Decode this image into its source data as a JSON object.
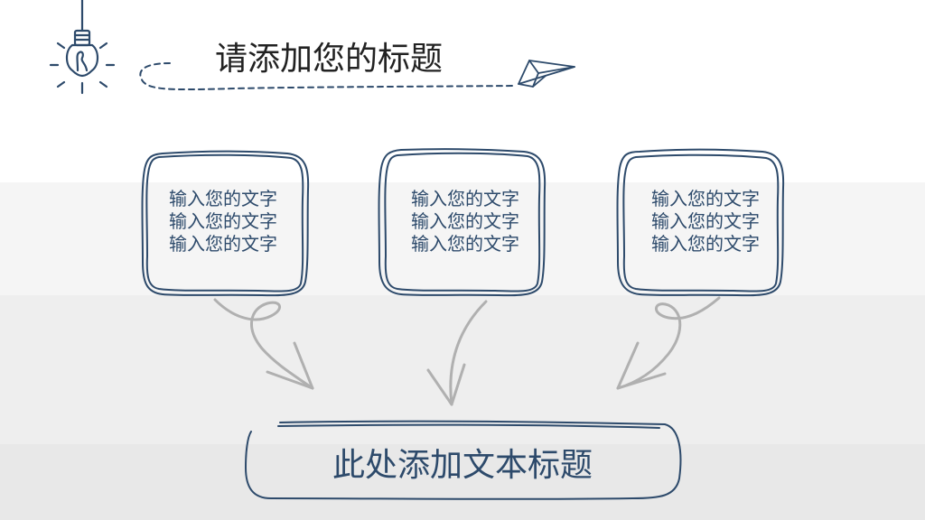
{
  "header": {
    "title": "请添加您的标题"
  },
  "boxes": [
    {
      "lines": [
        "输入您的文字",
        "输入您的文字",
        "输入您的文字"
      ]
    },
    {
      "lines": [
        "输入您的文字",
        "输入您的文字",
        "输入您的文字"
      ]
    },
    {
      "lines": [
        "输入您的文字",
        "输入您的文字",
        "输入您的文字"
      ]
    }
  ],
  "footer": {
    "title": "此处添加文本标题"
  },
  "icons": {
    "lightbulb": "lightbulb-icon",
    "paper_plane": "paper-plane-icon"
  },
  "colors": {
    "accent": "#2d4a6b",
    "arrow": "#b0b0b0"
  }
}
